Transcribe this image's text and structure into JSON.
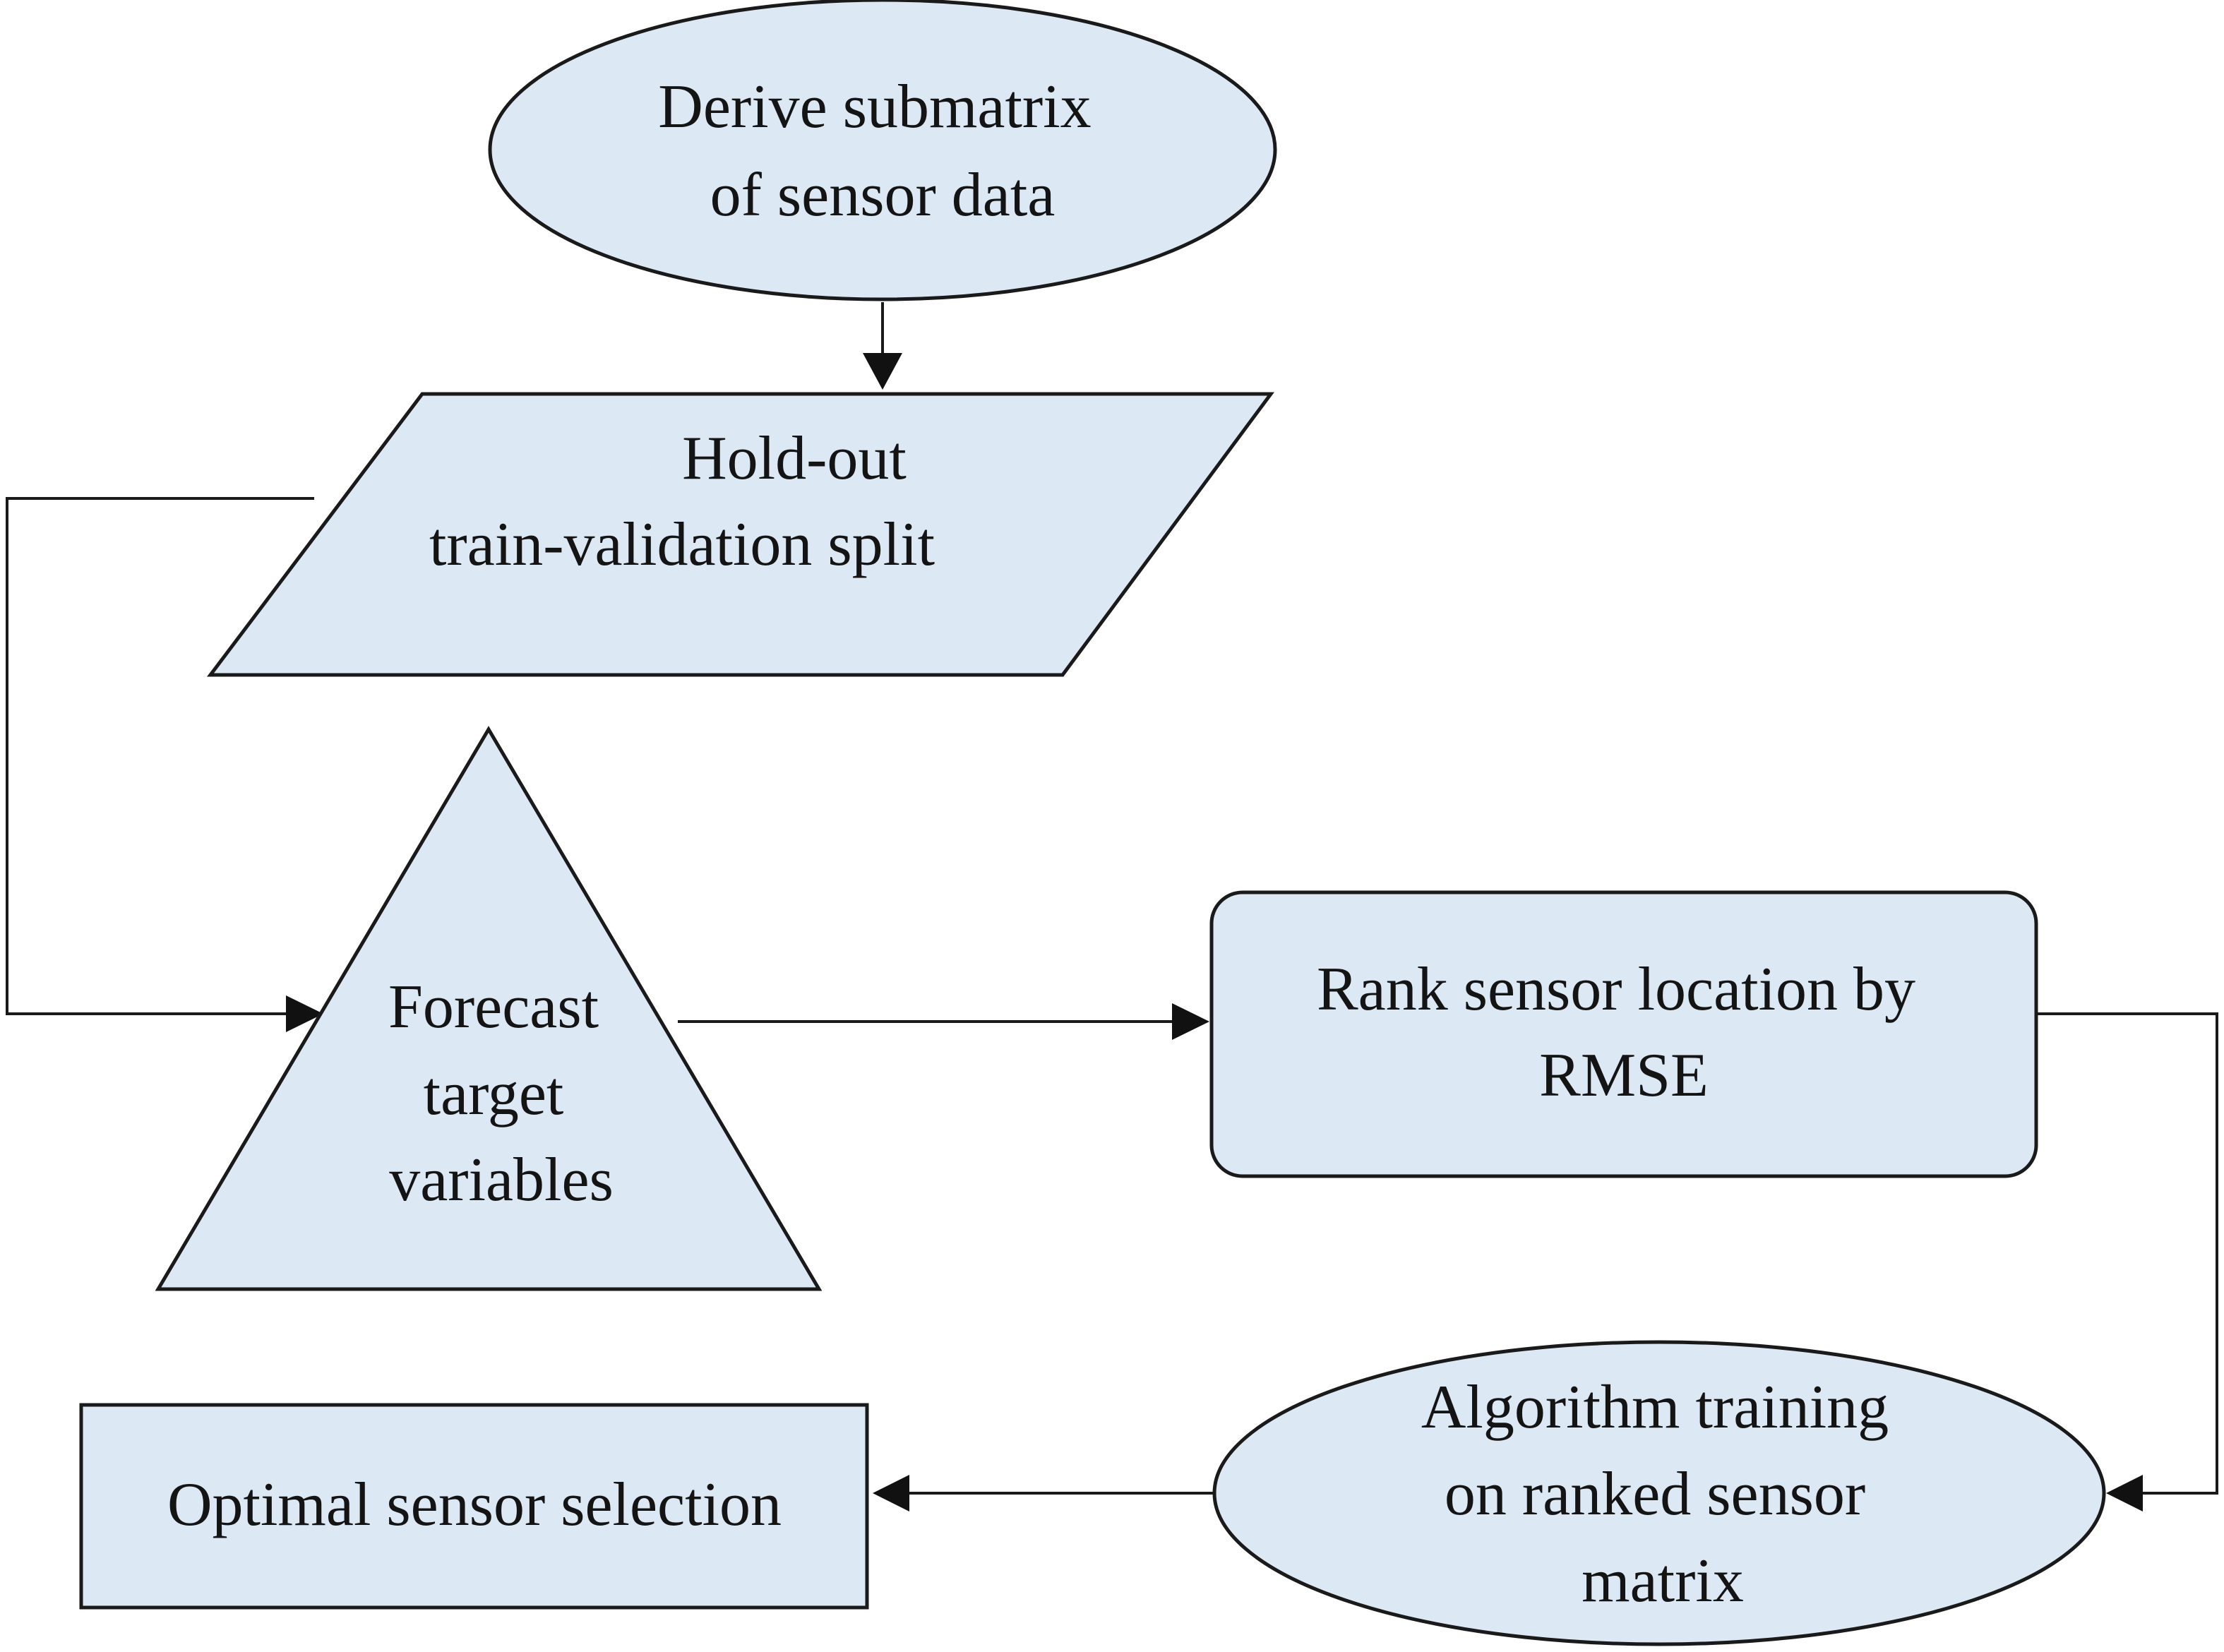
{
  "diagram": {
    "nodes": {
      "derive": {
        "shape": "ellipse",
        "lines": [
          "Derive submatrix",
          "of sensor data"
        ]
      },
      "holdout": {
        "shape": "parallelogram",
        "lines": [
          "Hold-out",
          "train-validation split"
        ]
      },
      "forecast": {
        "shape": "triangle",
        "lines": [
          "Forecast",
          "target",
          "variables"
        ]
      },
      "rank": {
        "shape": "rounded-rectangle",
        "lines": [
          "Rank sensor location by",
          "RMSE"
        ]
      },
      "training": {
        "shape": "ellipse",
        "lines": [
          "Algorithm training",
          "on ranked sensor",
          "matrix"
        ]
      },
      "selection": {
        "shape": "rectangle",
        "lines": [
          "Optimal sensor selection"
        ]
      }
    },
    "edges": [
      {
        "from": "derive",
        "to": "holdout"
      },
      {
        "from": "holdout",
        "to": "forecast"
      },
      {
        "from": "forecast",
        "to": "rank"
      },
      {
        "from": "rank",
        "to": "training"
      },
      {
        "from": "training",
        "to": "selection"
      }
    ],
    "colors": {
      "fill": "#dde8f5",
      "stroke": "#1a1a1a",
      "text": "#141414"
    }
  }
}
